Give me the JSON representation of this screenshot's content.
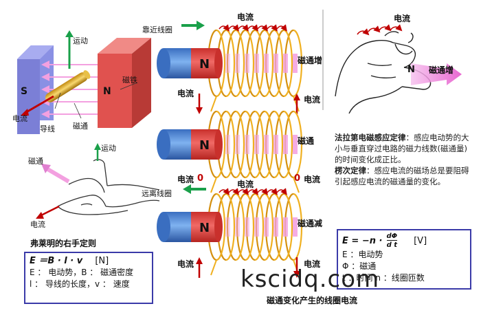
{
  "labels": {
    "motion": "运动",
    "current": "电流",
    "magnet": "磁铁",
    "wire": "导线",
    "flux": "磁通",
    "south": "S",
    "north": "N",
    "near_coil": "靠近线圈",
    "away_coil": "远离线圈",
    "flux_increase": "磁通增",
    "flux_decrease": "磁通减",
    "zero": "0",
    "right_hand_rule": "弗莱明的右手定则",
    "caption": "磁通变化产生的线圈电流"
  },
  "faraday": {
    "title": "法拉第电磁感应定律",
    "text": "：感应电动势的大小与垂直穿过电路的磁力线数(磁通量)的时间变化成正比。",
    "lenz_title": "楞次定律",
    "lenz_text": "：感应电流的磁场总是要阻碍引起感应电流的磁通量的变化。"
  },
  "formula_left": {
    "equation": "E ＝B · l · v",
    "unit": "[N]",
    "line1": "E ： 电动势，B ： 磁通密度",
    "line2": "l ： 导线的长度，v ： 速度"
  },
  "formula_right": {
    "equation": "E = −n ·",
    "numerator": "dΦ",
    "denominator": "d t",
    "unit": "[V]",
    "line1": "E ：电动势",
    "line2": "Φ ：磁通",
    "line3": "t ：时间 n ：线圈匝数"
  },
  "watermark": "kscidq.com",
  "colors": {
    "magnet_s": "#7b7fd6",
    "magnet_n": "#e0524f",
    "coil": "#f0b020",
    "flux_arrow": "#f3a0e0",
    "arrow_red": "#c00000",
    "arrow_green": "#1aa04a",
    "formula_border": "#3a3aa8"
  }
}
